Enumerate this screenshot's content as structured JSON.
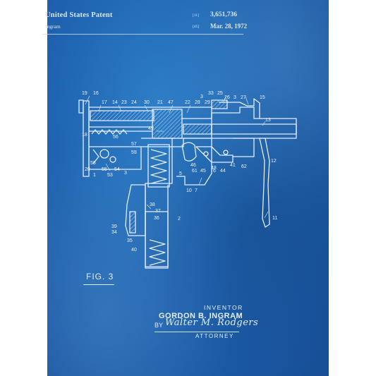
{
  "patent": {
    "title": "United States Patent",
    "inventor_short": "Ingram",
    "number_ref": "[11]",
    "number": "3,651,736",
    "date_ref": "[45]",
    "date": "Mar. 28, 1972"
  },
  "figure_label": "FIG. 3",
  "inventor_block": {
    "label": "INVENTOR",
    "name": "GORDON B. INGRAM",
    "by": "BY",
    "signature": "Walter M. Rodgers",
    "attorney": "ATTORNEY"
  },
  "part_numbers": {
    "n19": "19",
    "n16": "16",
    "n17": "17",
    "n14": "14",
    "n23": "23",
    "n24": "24",
    "n30": "30",
    "n21": "21",
    "n47": "47",
    "n22": "22",
    "n28": "28",
    "n33": "33",
    "n25": "25",
    "n3a": "3",
    "n29": "29",
    "n26": "26",
    "n3b": "3",
    "n27": "27",
    "n15": "15",
    "n13": "13",
    "n49": "49",
    "n18": "18",
    "n56": "56",
    "n57": "57",
    "n59": "59",
    "n58": "58",
    "n20": "20",
    "n1": "1",
    "n55": "55",
    "n54": "54",
    "n53": "53",
    "n3c": "3",
    "n46": "46",
    "n48": "48",
    "n5": "5",
    "n61": "61",
    "n45": "45",
    "n6": "6",
    "n44": "44",
    "n41": "41",
    "n62": "62",
    "n12": "12",
    "n10": "10",
    "n7": "7",
    "n38": "38",
    "n37": "37",
    "n36": "36",
    "n2": "2",
    "n39": "39",
    "n34": "34",
    "n35": "35",
    "n40": "40",
    "n11": "11"
  },
  "colors": {
    "paper": "#1f64b0",
    "ink": "#e4eef9"
  }
}
